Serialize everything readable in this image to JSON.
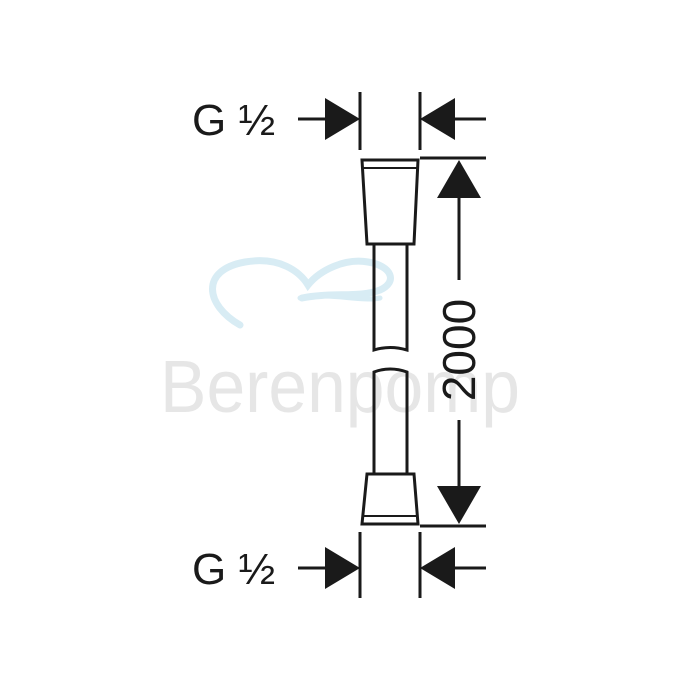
{
  "drawing": {
    "thread_top": "G ½",
    "thread_bottom": "G ½",
    "length_dimension": "2000"
  },
  "watermark": {
    "text": "Berenpomp",
    "color": "#e6e6e6",
    "logo_color": "#d8ecf4"
  },
  "colors": {
    "line": "#1a1a1a",
    "background": "#ffffff"
  },
  "icons": {
    "watermark_logo": "water-wave-icon",
    "arrow_right": "arrow-right-icon",
    "arrow_left": "arrow-left-icon",
    "arrow_up": "arrow-up-icon",
    "arrow_down": "arrow-down-icon"
  }
}
